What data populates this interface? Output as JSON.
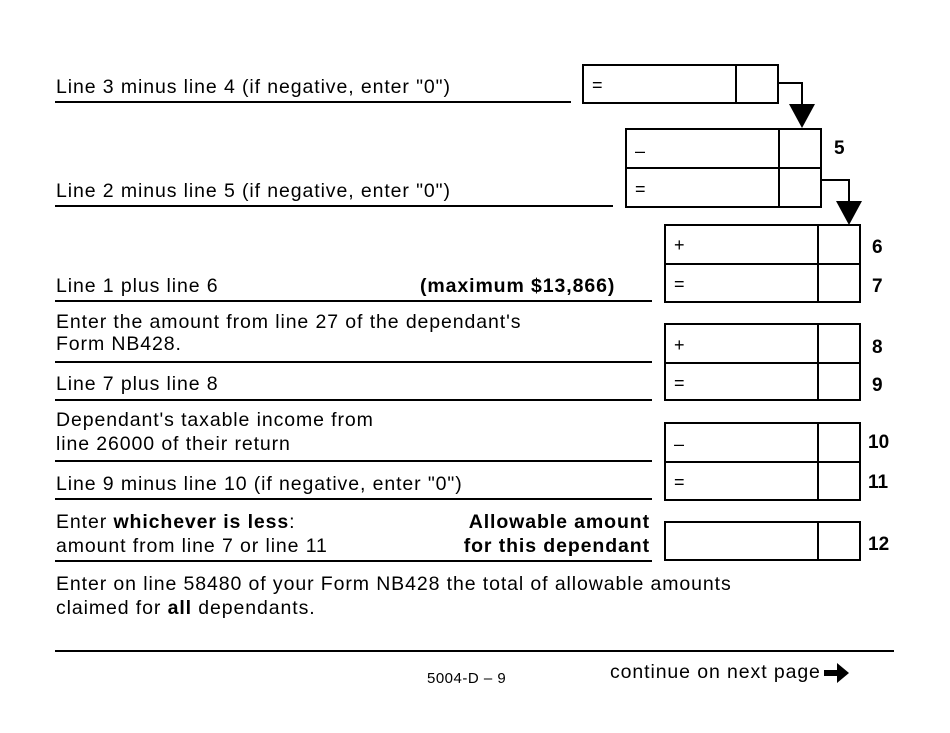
{
  "rows": {
    "line5_calc": {
      "label": "Line 3 minus line 4 (if negative, enter \"0\")",
      "sign": "="
    },
    "line5": {
      "sign": "–",
      "number": "5"
    },
    "line5_result": {
      "label": "Line 2 minus line 5 (if negative, enter \"0\")",
      "sign": "="
    },
    "line6": {
      "sign": "+",
      "number": "6"
    },
    "line7": {
      "label": "Line 1 plus line 6",
      "note": "(maximum $13,866)",
      "sign": "=",
      "number": "7"
    },
    "line8": {
      "label_1": "Enter the amount from line 27 of the dependant's",
      "label_2": "Form NB428.",
      "sign": "+",
      "number": "8"
    },
    "line9": {
      "label": "Line 7 plus line 8",
      "sign": "=",
      "number": "9"
    },
    "line10": {
      "label_1": "Dependant's taxable income from",
      "label_2": "line 26000 of their return",
      "sign": "–",
      "number": "10"
    },
    "line11": {
      "label": "Line 9 minus line 10 (if negative, enter \"0\")",
      "sign": "=",
      "number": "11"
    },
    "line12": {
      "label_1_prefix": "Enter ",
      "label_1_bold": "whichever is less",
      "label_1_suffix": ":",
      "label_2": "amount from line 7 or line 11",
      "right_1": "Allowable amount",
      "right_2": "for this dependant",
      "number": "12"
    }
  },
  "instruction": {
    "line_1": "Enter on line 58480 of your Form NB428 the total of allowable amounts",
    "line_2_prefix": "claimed for ",
    "line_2_bold": "all",
    "line_2_suffix": " dependants."
  },
  "footer": {
    "page_id": "5004-D – 9",
    "continue_text": "continue on next page",
    "continue_icon": "arrow-right-icon"
  }
}
